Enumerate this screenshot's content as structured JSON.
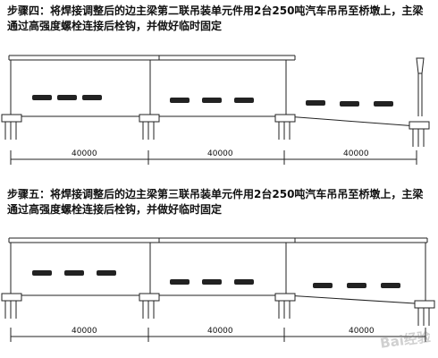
{
  "captions": [
    {
      "step": "步骤四：",
      "text": "将焊接调整后的边主梁第二联吊装单元件用2台250吨汽车吊吊至桥墩上，主梁通过高强度螺栓连接后栓钩，并做好临时固定"
    },
    {
      "step": "步骤五：",
      "text": "将焊接调整后的边主梁第三联吊装单元件用2台250吨汽车吊吊至桥墩上，主梁通过高强度螺栓连接后栓钩，并做好临时固定"
    }
  ],
  "diagram1": {
    "spans": [
      "40000",
      "40000",
      "40000"
    ]
  },
  "diagram2": {
    "spans": [
      "40000",
      "40000",
      "40000"
    ]
  },
  "watermark": "Bai经验"
}
